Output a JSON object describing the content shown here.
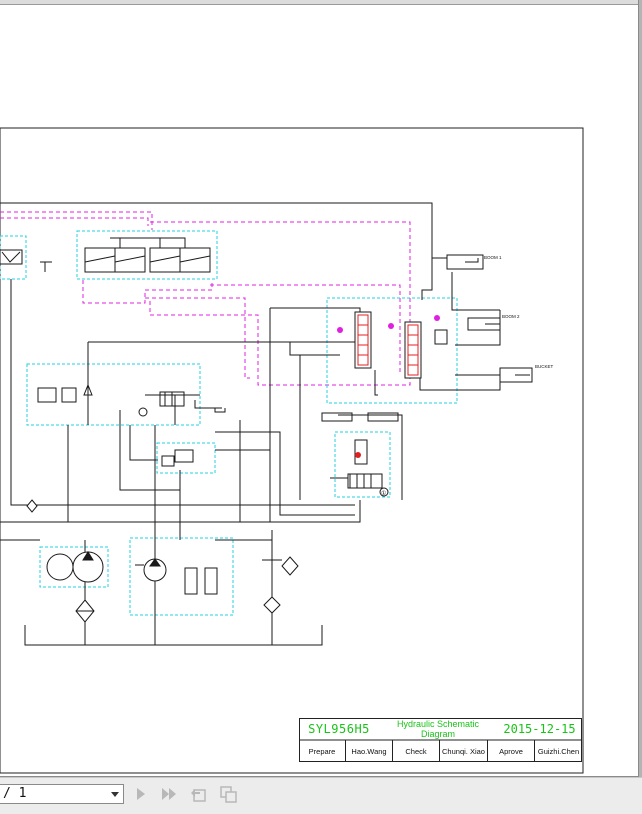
{
  "title_block": {
    "model": "SYL956H5",
    "title": "Hydraulic Schematic Diagram",
    "date": "2015-12-15",
    "prepare_label": "Prepare",
    "prepare_name": "Hao.Wang",
    "check_label": "Check",
    "check_name": "Chunqi. Xiao",
    "approve_label": "Aprove",
    "approve_name": "Guizhi.Chen"
  },
  "labels": {
    "boom1": "BOOM 1",
    "boom2": "BOOM 2",
    "bucket": "BUCKET",
    "circle1": "①"
  },
  "toolbar": {
    "page_value": "/ 1",
    "icons": [
      "next-page-icon",
      "last-page-icon",
      "previous-view-icon",
      "next-view-icon"
    ]
  },
  "colors": {
    "schematic_line": "#1a1a1a",
    "pilot_dashed": "#e020e0",
    "module_box": "#20d0e0",
    "valve_red": "#e02020",
    "title_green": "#19c419"
  }
}
